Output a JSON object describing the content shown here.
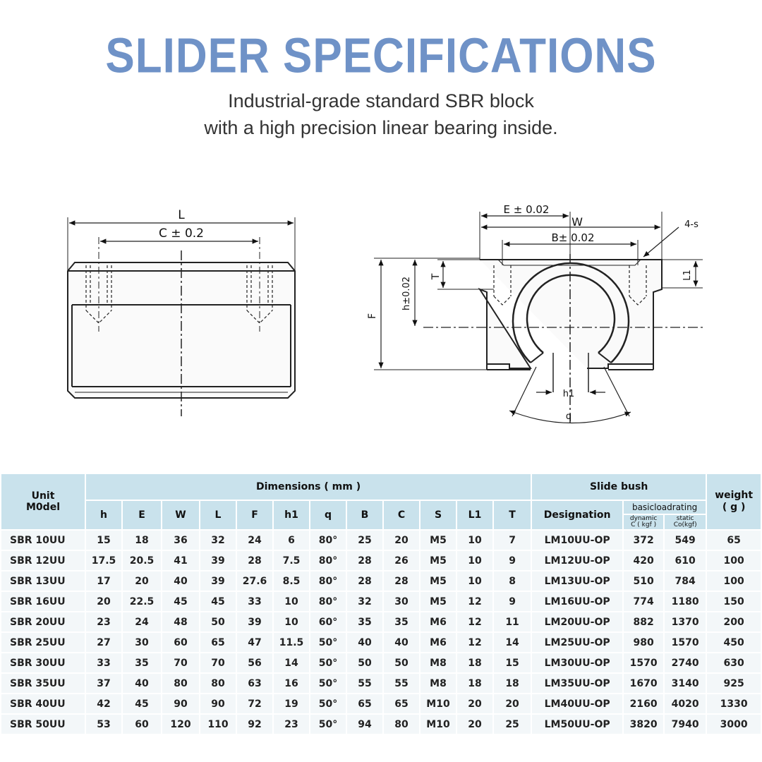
{
  "header": {
    "title": "SLIDER SPECIFICATIONS",
    "subtitle_line1": "Industrial-grade standard SBR block",
    "subtitle_line2": "with a high precision linear bearing inside."
  },
  "drawing": {
    "left_view": {
      "L": "L",
      "C": "C ± 0.2"
    },
    "right_view": {
      "E": "E ± 0.02",
      "W": "W",
      "S": "4-s",
      "B": "B± 0.02",
      "T": "T",
      "L1": "L1",
      "F": "F",
      "h": "h±0.02",
      "h1": "h1",
      "q": "q"
    }
  },
  "table": {
    "group_headers": {
      "unit_model": "Unit\nM0del",
      "dimensions": "Dimensions ( mm )",
      "slide_bush": "Slide bush",
      "weight": "weight\n( g )",
      "designation": "Designation",
      "basic_load_rating": "basicloadrating",
      "dynamic": "dynamic\nC ( kgf )",
      "static": "static\nCo(kgf)"
    },
    "dimension_columns": [
      "h",
      "E",
      "W",
      "L",
      "F",
      "h1",
      "q",
      "B",
      "C",
      "S",
      "L1",
      "T"
    ],
    "rows": [
      [
        "SBR 10UU",
        "15",
        "18",
        "36",
        "32",
        "24",
        "6",
        "80°",
        "25",
        "20",
        "M5",
        "10",
        "7",
        "LM10UU-OP",
        "372",
        "549",
        "65"
      ],
      [
        "SBR 12UU",
        "17.5",
        "20.5",
        "41",
        "39",
        "28",
        "7.5",
        "80°",
        "28",
        "26",
        "M5",
        "10",
        "9",
        "LM12UU-OP",
        "420",
        "610",
        "100"
      ],
      [
        "SBR 13UU",
        "17",
        "20",
        "40",
        "39",
        "27.6",
        "8.5",
        "80°",
        "28",
        "28",
        "M5",
        "10",
        "8",
        "LM13UU-OP",
        "510",
        "784",
        "100"
      ],
      [
        "SBR 16UU",
        "20",
        "22.5",
        "45",
        "45",
        "33",
        "10",
        "80°",
        "32",
        "30",
        "M5",
        "12",
        "9",
        "LM16UU-OP",
        "774",
        "1180",
        "150"
      ],
      [
        "SBR 20UU",
        "23",
        "24",
        "48",
        "50",
        "39",
        "10",
        "60°",
        "35",
        "35",
        "M6",
        "12",
        "11",
        "LM20UU-OP",
        "882",
        "1370",
        "200"
      ],
      [
        "SBR 25UU",
        "27",
        "30",
        "60",
        "65",
        "47",
        "11.5",
        "50°",
        "40",
        "40",
        "M6",
        "12",
        "14",
        "LM25UU-OP",
        "980",
        "1570",
        "450"
      ],
      [
        "SBR 30UU",
        "33",
        "35",
        "70",
        "70",
        "56",
        "14",
        "50°",
        "50",
        "50",
        "M8",
        "18",
        "15",
        "LM30UU-OP",
        "1570",
        "2740",
        "630"
      ],
      [
        "SBR 35UU",
        "37",
        "40",
        "80",
        "80",
        "63",
        "16",
        "50°",
        "55",
        "55",
        "M8",
        "18",
        "18",
        "LM35UU-OP",
        "1670",
        "3140",
        "925"
      ],
      [
        "SBR 40UU",
        "42",
        "45",
        "90",
        "90",
        "72",
        "19",
        "50°",
        "65",
        "65",
        "M10",
        "20",
        "20",
        "LM40UU-OP",
        "2160",
        "4020",
        "1330"
      ],
      [
        "SBR 50UU",
        "53",
        "60",
        "120",
        "110",
        "92",
        "23",
        "50°",
        "94",
        "80",
        "M10",
        "20",
        "25",
        "LM50UU-OP",
        "3820",
        "7940",
        "3000"
      ]
    ]
  }
}
